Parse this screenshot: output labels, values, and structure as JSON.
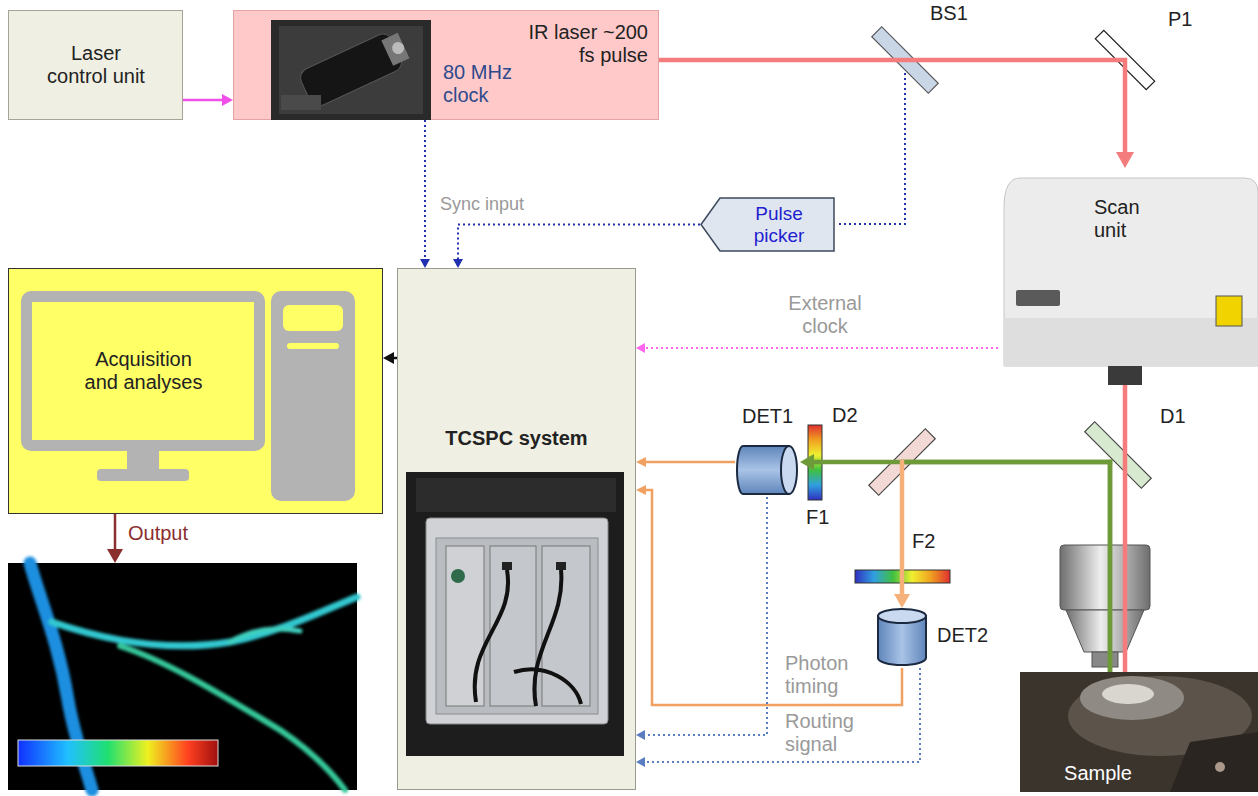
{
  "diagram": {
    "nodes": [
      {
        "text": [
          "Laser control unit"
        ]
      },
      {
        "text": [
          "IR laser ~200 fs pulse",
          "80 MHz clock"
        ]
      },
      {
        "text": [
          "Pulse picker"
        ]
      },
      {
        "text": [
          "Scan unit"
        ]
      },
      {
        "text": [
          "Acquisition and analyses"
        ]
      },
      {
        "text": [
          "TCSPC system"
        ]
      },
      {
        "text": [
          "DET1"
        ]
      },
      {
        "text": [
          "DET2"
        ]
      },
      {
        "text": [
          "Sample"
        ]
      }
    ],
    "edges": [
      {
        "from": 0,
        "to": 1,
        "arrow": "to"
      },
      {
        "from": 1,
        "to": 5,
        "label": "Sync input",
        "arrow": "to"
      },
      {
        "from": 2,
        "to": 5,
        "arrow": "to"
      },
      {
        "from": 1,
        "to": 3,
        "arrow": "to"
      },
      {
        "from": 3,
        "to": 5,
        "label": "External clock",
        "arrow": "to"
      },
      {
        "from": 5,
        "to": 4,
        "arrow": "to"
      },
      {
        "from": 3,
        "to": 8,
        "arrow": "none"
      },
      {
        "from": 8,
        "to": 6,
        "arrow": "to"
      },
      {
        "from": 8,
        "to": 7,
        "arrow": "to"
      },
      {
        "from": 6,
        "to": 5,
        "arrow": "to"
      },
      {
        "from": 7,
        "to": 5,
        "label": "Photon timing",
        "arrow": "to"
      },
      {
        "from": 6,
        "to": 5,
        "arrow": "to"
      },
      {
        "from": 7,
        "to": 5,
        "label": "Routing signal",
        "arrow": "to"
      }
    ],
    "labels": [
      "BS1",
      "P1",
      "D1",
      "D2",
      "F1",
      "F2",
      "Output"
    ]
  }
}
